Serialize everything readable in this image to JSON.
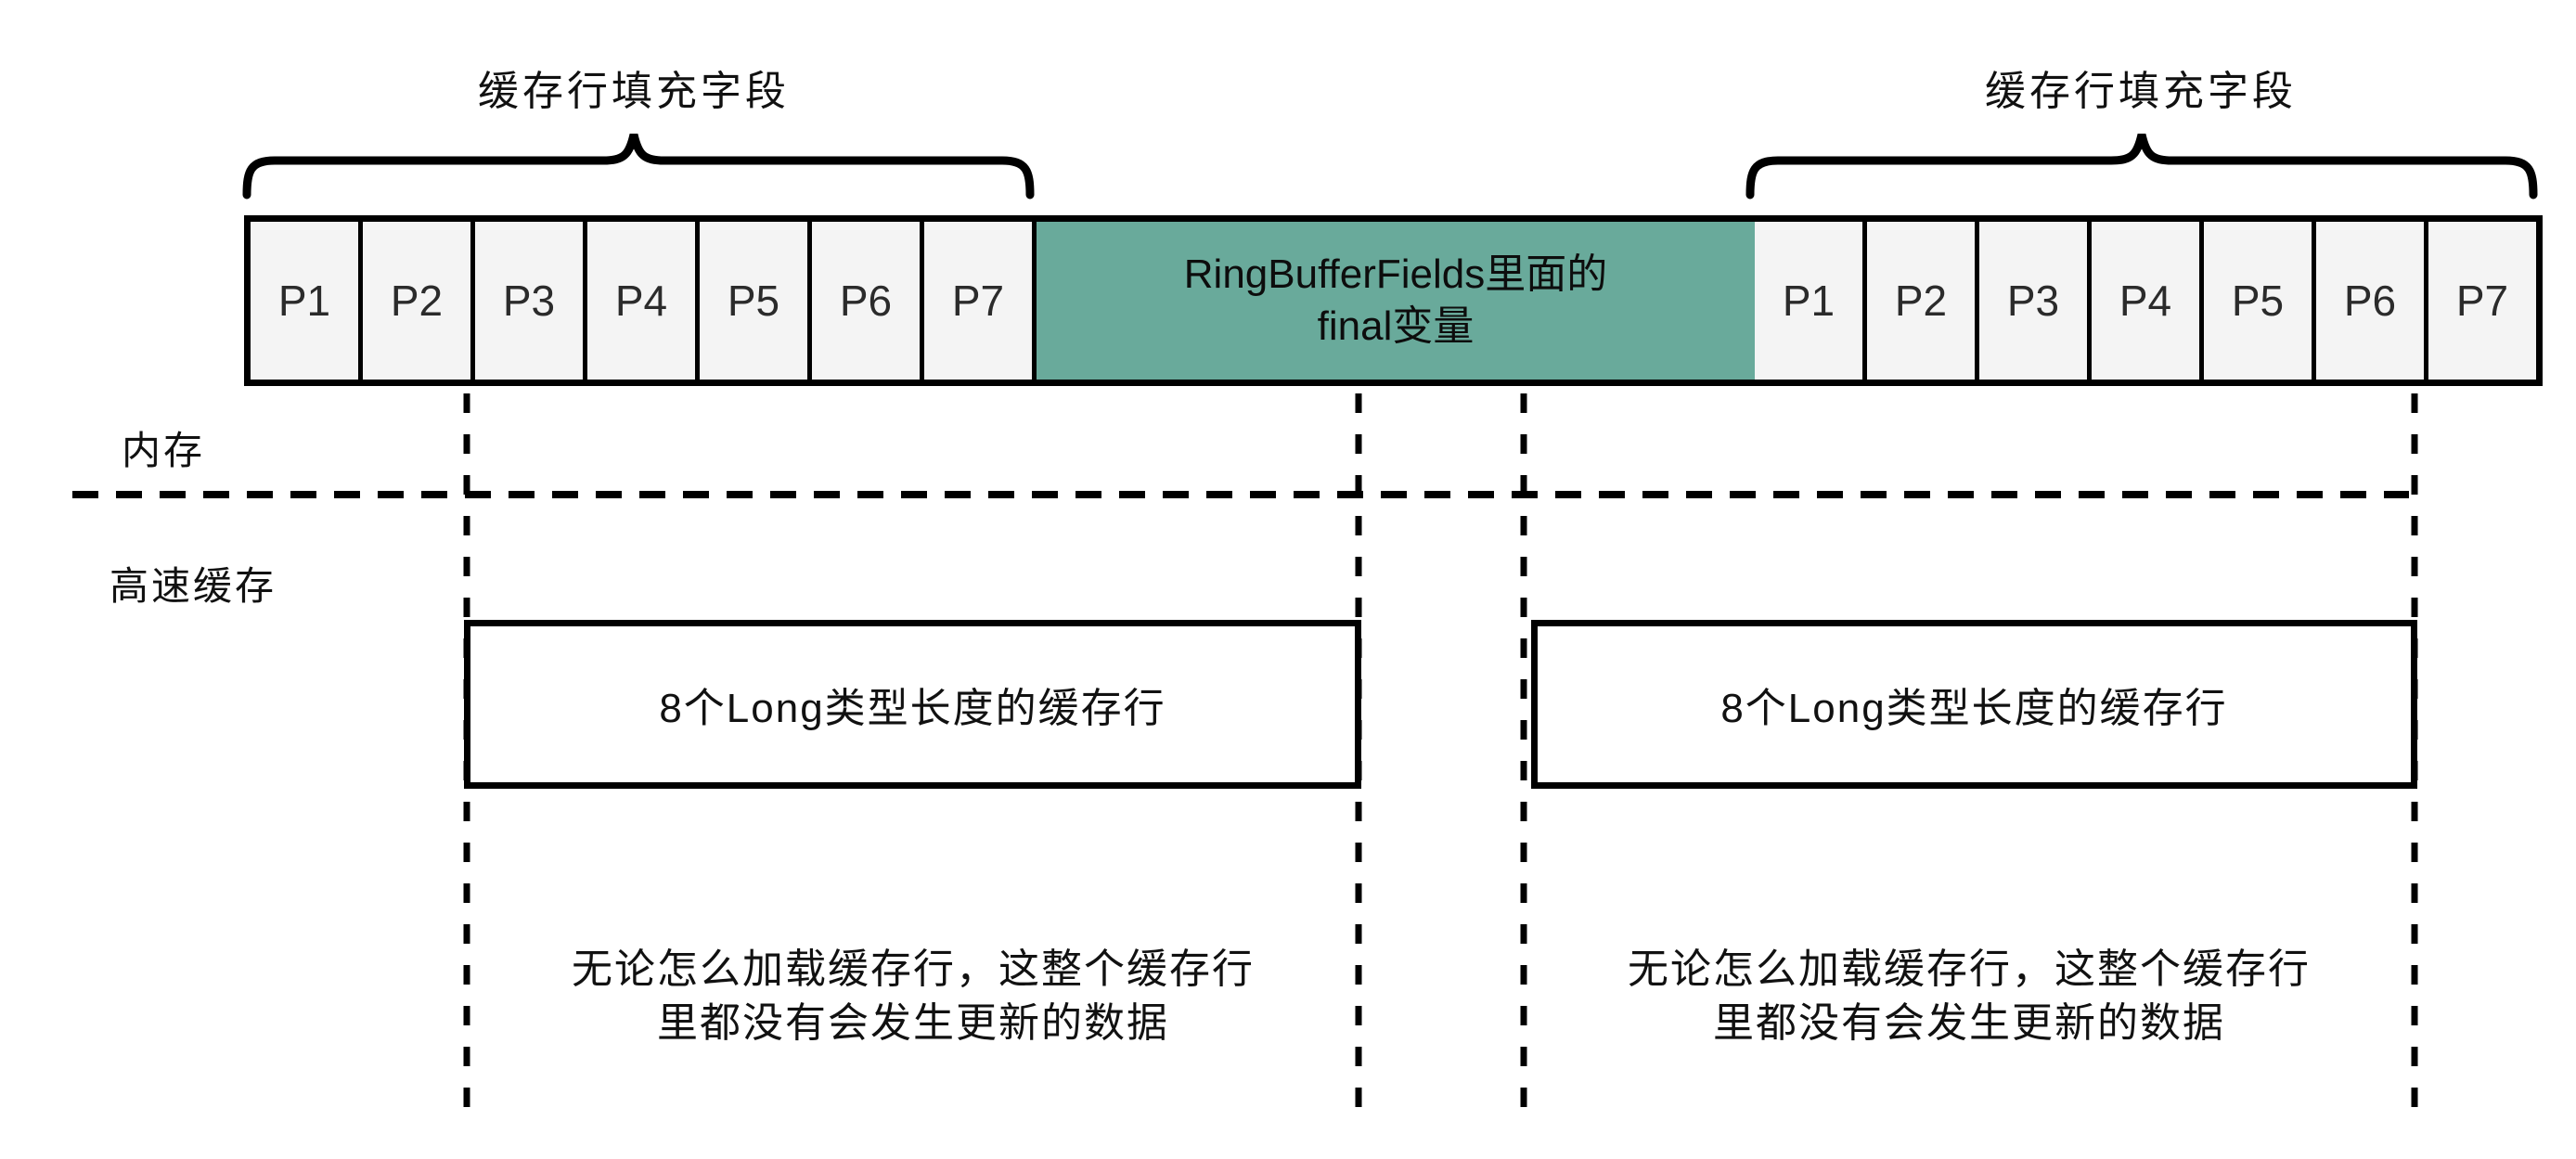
{
  "title_labels": {
    "padding_left": "缓存行填充字段",
    "padding_right": "缓存行填充字段"
  },
  "axis_labels": {
    "memory": "内存",
    "cache": "高速缓存"
  },
  "memory_row": {
    "left_cells": [
      "P1",
      "P2",
      "P3",
      "P4",
      "P5",
      "P6",
      "P7"
    ],
    "center_line1": "RingBufferFields里面的",
    "center_line2": "final变量",
    "right_cells": [
      "P1",
      "P2",
      "P3",
      "P4",
      "P5",
      "P6",
      "P7"
    ]
  },
  "cache_boxes": {
    "left_label": "8个Long类型长度的缓存行",
    "right_label": "8个Long类型长度的缓存行"
  },
  "notes": {
    "left_line1": "无论怎么加载缓存行，这整个缓存行",
    "left_line2": "里都没有会发生更新的数据",
    "right_line1": "无论怎么加载缓存行，这整个缓存行",
    "right_line2": "里都没有会发生更新的数据"
  },
  "colors": {
    "highlight_green": "#69aa9b",
    "cell_fill": "#f4f4f4",
    "stroke_black": "#000000"
  }
}
